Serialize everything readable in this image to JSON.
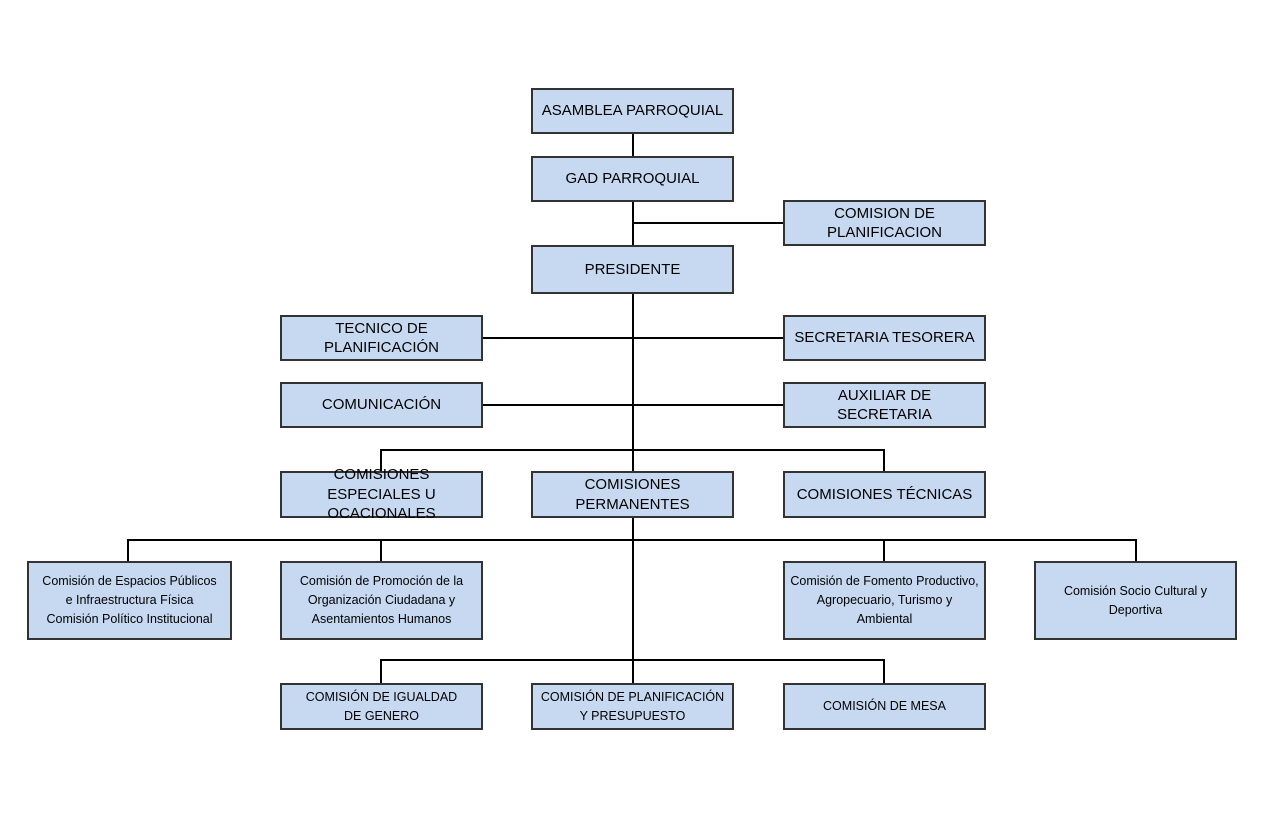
{
  "boxes": {
    "asamblea": "ASAMBLEA PARROQUIAL",
    "gad": "GAD PARROQUIAL",
    "comision_planificacion": "COMISION DE PLANIFICACION",
    "presidente": "PRESIDENTE",
    "tecnico": "TECNICO DE PLANIFICACIÓN",
    "secretaria": "SECRETARIA TESORERA",
    "comunicacion": "COMUNICACIÓN",
    "auxiliar": "AUXILIAR DE SECRETARIA",
    "especiales": "COMISIONES ESPECIALES U OCACIONALES",
    "permanentes": "COMISIONES PERMANENTES",
    "tecnicas": "COMISIONES TÉCNICAS",
    "espacios": "Comisión de Espacios Públicos e Infraestructura Física Comisión Político Institucional",
    "promocion": "Comisión de Promoción de la Organización Ciudadana y Asentamientos Humanos",
    "fomento": "Comisión de Fomento Productivo, Agropecuario, Turismo y Ambiental",
    "socio": "Comisión Socio Cultural y Deportiva",
    "igualdad": "COMISIÓN DE IGUALDAD DE GENERO",
    "planificacion_presupuesto": "COMISIÓN DE PLANIFICACIÓN Y PRESUPUESTO",
    "mesa": "COMISIÓN DE MESA"
  }
}
